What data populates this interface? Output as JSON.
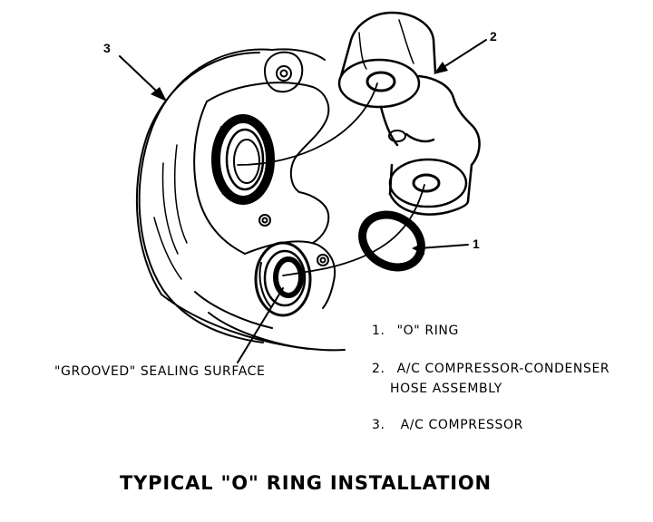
{
  "callouts": {
    "compressor": "3",
    "hose_assembly": "2",
    "o_ring": "1"
  },
  "surface_label": "\"GROOVED\" SEALING SURFACE",
  "legend": [
    {
      "num": "1.",
      "text": "\"O\" RING"
    },
    {
      "num": "2.",
      "text": "A/C COMPRESSOR-CONDENSER",
      "text2": "HOSE ASSEMBLY"
    },
    {
      "num": "3.",
      "text": "A/C COMPRESSOR"
    }
  ],
  "caption": "TYPICAL \"O\" RING INSTALLATION"
}
